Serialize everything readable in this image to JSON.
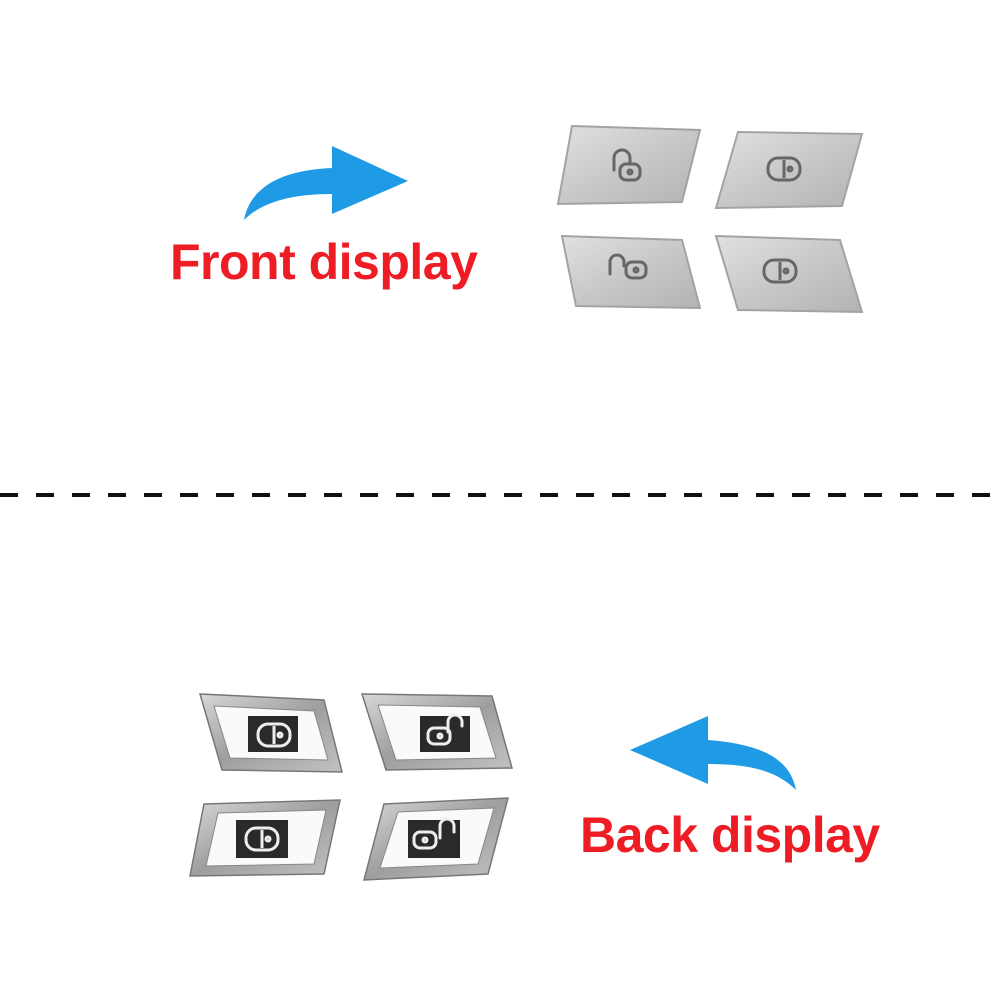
{
  "labels": {
    "front": "Front display",
    "back": "Back display"
  },
  "colors": {
    "label": "#ee1c24",
    "arrow": "#1f9be6",
    "chrome_face": "#c9c9c9",
    "chrome_edge": "#9a9a9a",
    "frame_metal": "#b9b9b9",
    "sticker": "#2a2a2a"
  },
  "icons": {
    "front_arrow": "curved-arrow-right-icon",
    "back_arrow": "curved-arrow-left-icon",
    "button_symbol": "door-lock-icon"
  },
  "front_buttons": [
    {
      "name": "front-button-1",
      "symbol": "lock-unlock"
    },
    {
      "name": "front-button-2",
      "symbol": "lock"
    },
    {
      "name": "front-button-3",
      "symbol": "lock-unlock"
    },
    {
      "name": "front-button-4",
      "symbol": "lock"
    }
  ],
  "back_buttons": [
    {
      "name": "back-button-1",
      "symbol": "lock"
    },
    {
      "name": "back-button-2",
      "symbol": "lock-unlock"
    },
    {
      "name": "back-button-3",
      "symbol": "lock"
    },
    {
      "name": "back-button-4",
      "symbol": "lock-unlock"
    }
  ]
}
